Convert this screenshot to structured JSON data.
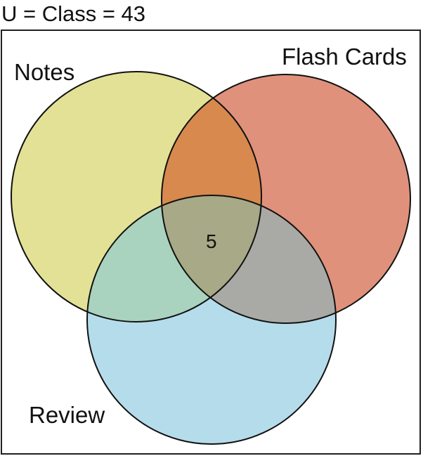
{
  "universe": {
    "label": "U = Class = 43"
  },
  "sets": [
    {
      "id": "notes",
      "label": "Notes",
      "color": "#e3e196"
    },
    {
      "id": "flash",
      "label": "Flash Cards",
      "color": "#e0917b"
    },
    {
      "id": "review",
      "label": "Review",
      "color": "#b5dceb"
    }
  ],
  "overlap_colors": {
    "notes_flash": "#d8894e",
    "notes_review": "#a9d3be",
    "flash_review": "#a9a9a6",
    "all_three": "#a8a986"
  },
  "regions": {
    "all_three": "5"
  }
}
